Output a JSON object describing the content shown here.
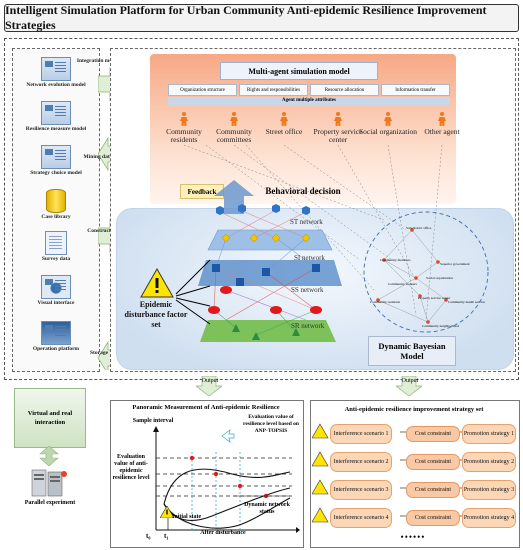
{
  "title": "Intelligent Simulation Platform for Urban Community Anti-epidemic Resilience Improvement Strategies",
  "left_items": [
    {
      "label": "Network evolution model",
      "icon": "window-icon"
    },
    {
      "label": "Resilience measure model",
      "icon": "window-icon"
    },
    {
      "label": "Strategy choice model",
      "icon": "window-icon"
    },
    {
      "label": "Case library",
      "icon": "database-icon"
    },
    {
      "label": "Survey data",
      "icon": "document-icon"
    },
    {
      "label": "Visual interface",
      "icon": "window-icon"
    },
    {
      "label": "Operation platform",
      "icon": "computer-icon"
    }
  ],
  "flow_arrows": [
    {
      "label": "Integration model"
    },
    {
      "label": "Mining data"
    },
    {
      "label": "Construct"
    },
    {
      "label": "Storage"
    }
  ],
  "multi_agent": {
    "title": "Multi-agent simulation model",
    "attributes": [
      "Organization structure",
      "Rights and responsibilities",
      "Resource allocation",
      "Information transfer"
    ],
    "attributes_label": "Agent multiple attributes",
    "agents": [
      "Community residents",
      "Community committees",
      "Street office",
      "Property service center",
      "Social organization",
      "Other agent"
    ],
    "behavioral_decision": "Behavioral decision",
    "feedback": "Feedback"
  },
  "network": {
    "layers": [
      "ST network",
      "SI network",
      "SS network",
      "SR network"
    ],
    "epidemic_label": "Epidemic disturbance factor set",
    "model_label": "Dynamic Bayesian Model",
    "graph_nodes": [
      "Sub-district office",
      "Community members",
      "Superior government",
      "Social organization",
      "Community workers",
      "Property service center",
      "Community health service",
      "Community residents",
      "Community neighborhood"
    ]
  },
  "outputs": [
    "Output",
    "Output"
  ],
  "virtual": "Virtual and real interaction",
  "parallel": "Parallel experiment",
  "resilience_panel": {
    "title": "Panoramic Measurement of Anti-epidemic Resilience",
    "sample_interval": "Sample interval",
    "evaluation_note": "Evaluation value of resilience level based on ANP-TOPSIS",
    "ylabel": "Evaluation value of anti-epidemic resilience level",
    "initial_state": "Initial state",
    "dynamic_status": "Dynamic network status",
    "after_disturbance": "After disturbance",
    "t0": "t₀",
    "t1": "t₁"
  },
  "strategy_panel": {
    "title": "Anti-epidemic resilience improvement strategy set",
    "rows": [
      {
        "scenario": "Interference scenario 1",
        "cost": "Cost constraint",
        "strategy": "Promotion strategy 1"
      },
      {
        "scenario": "Interference scenario 2",
        "cost": "Cost constraint",
        "strategy": "Promotion strategy 2"
      },
      {
        "scenario": "Interference scenario 3",
        "cost": "Cost constraint",
        "strategy": "Promotion strategy 3"
      },
      {
        "scenario": "Interference scenario 4",
        "cost": "Cost constraint",
        "strategy": "Promotion strategy 4"
      }
    ],
    "ellipsis": "••••••"
  }
}
